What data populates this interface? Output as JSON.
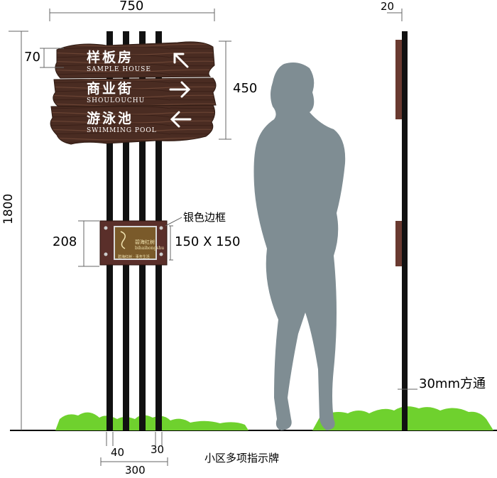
{
  "dimensions": {
    "total_width": "750",
    "side_width": "20",
    "board_row_height": "70",
    "board_height": "450",
    "total_height": "1800",
    "plaque_height": "208",
    "post_width": "40",
    "post_gap": "30",
    "base_width": "300"
  },
  "sign": {
    "rows": [
      {
        "cn": "样板房",
        "en": "SAMPLE  HOUSE",
        "arrow": "up-left-arrow-icon"
      },
      {
        "cn": "商业街",
        "en": "SHOULOUCHU",
        "arrow": "right-arrow-icon"
      },
      {
        "cn": "游泳池",
        "en": "SWIMMING  POOL",
        "arrow": "left-arrow-icon"
      }
    ]
  },
  "plaque": {
    "frame_label": "银色边框",
    "size_label": "150 X 150",
    "logo_text": "碧海红树",
    "logo_sub": "bihaihongshu",
    "footer_text": "碧海红树 · 事务生活"
  },
  "side_view": {
    "tube_label": "30mm方通"
  },
  "caption": "小区多项指示牌",
  "colors": {
    "wood_dark": "#4a2c22",
    "wood_mid": "#6a4333",
    "plaque_frame": "#5a2f2a",
    "plaque_inner": "#7a5a2a",
    "silhouette": "#7f8d93",
    "grass": "#6fd12e",
    "post": "#111111"
  }
}
